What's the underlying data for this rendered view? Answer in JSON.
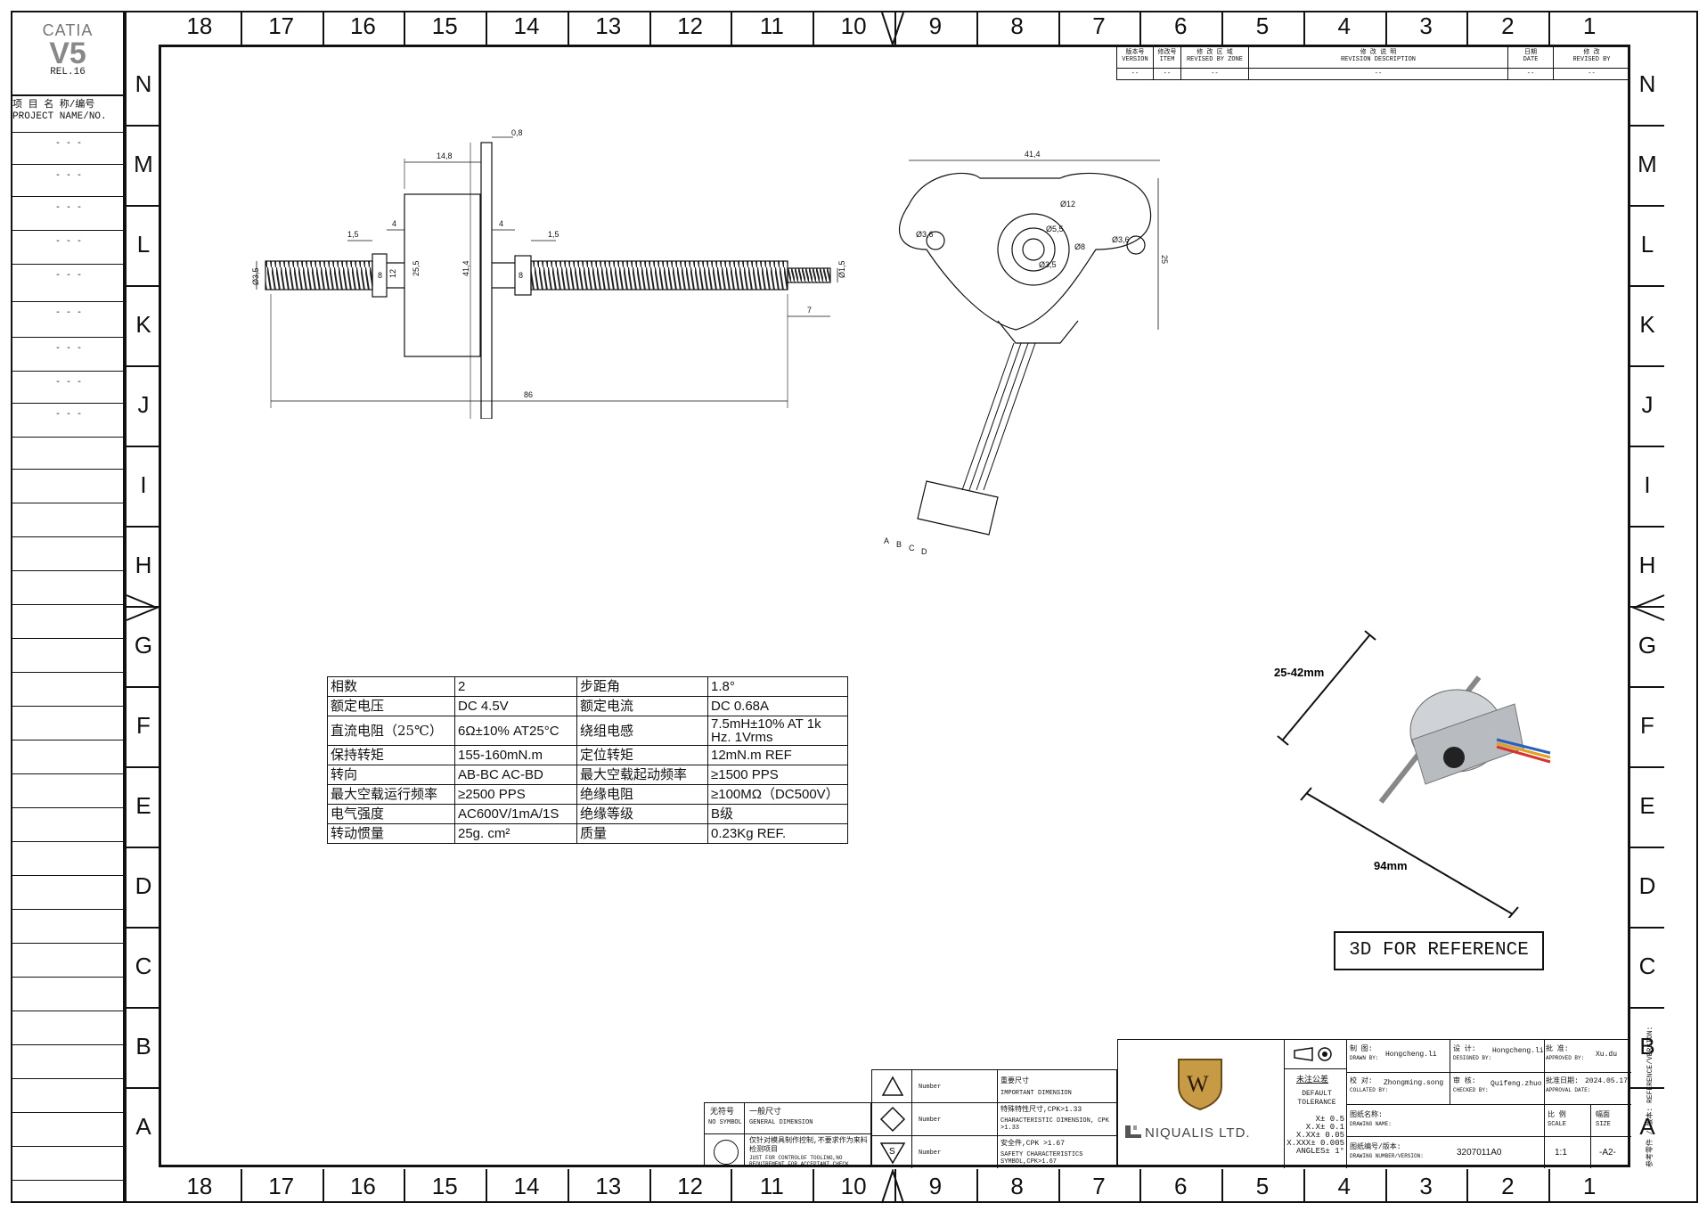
{
  "catia": {
    "brand": "CATIA",
    "version": "V5",
    "release": "REL.16"
  },
  "project": {
    "label_cn": "项 目 名 称/编号",
    "label_en": "PROJECT NAME/NO.",
    "entries": [
      "- - -",
      "- - -",
      "- - -",
      "- - -",
      "- - -",
      "- - -",
      "- - -",
      "- - -",
      "- - -"
    ]
  },
  "zones": {
    "top_numbers": [
      "18",
      "17",
      "16",
      "15",
      "14",
      "13",
      "12",
      "11",
      "10",
      "9",
      "8",
      "7",
      "6",
      "5",
      "4",
      "3",
      "2",
      "1"
    ],
    "bottom_numbers": [
      "18",
      "17",
      "16",
      "15",
      "14",
      "13",
      "12",
      "11",
      "10",
      "9",
      "8",
      "7",
      "6",
      "5",
      "4",
      "3",
      "2",
      "1"
    ],
    "letters": [
      "N",
      "M",
      "L",
      "K",
      "J",
      "I",
      "H",
      "G",
      "F",
      "E",
      "D",
      "C",
      "B",
      "A"
    ]
  },
  "revision": {
    "headers_cn": [
      "版本号",
      "修改号",
      "修 改 区 域",
      "修 改 说 明",
      "日期",
      "修 改"
    ],
    "headers_en": [
      "VERSION",
      "ITEM",
      "REVISED BY ZONE",
      "REVISION DESCRIPTION",
      "DATE",
      "REVISED BY"
    ],
    "values": [
      "--",
      "--",
      "--",
      "--",
      "--",
      "--"
    ]
  },
  "side_view": {
    "dims": {
      "d1": "0,8",
      "d2": "14,8",
      "d3": "4",
      "d4": "4",
      "d5": "1,5",
      "d6": "1,5",
      "d7": "Ø3,5",
      "d8": "8",
      "d9": "12",
      "d10": "25,5",
      "d11": "41,4",
      "d12": "8",
      "d13": "Ø1,5",
      "d14": "7",
      "d15": "86"
    }
  },
  "front_view": {
    "dims": {
      "w": "41,4",
      "h": "25",
      "hole_l": "Ø3,6",
      "hole_r": "Ø3,6",
      "d12": "Ø12",
      "d8": "Ø8",
      "d55": "Ø5,5",
      "d35": "Ø3,5"
    },
    "connector_pins": [
      "A",
      "B",
      "C",
      "D"
    ]
  },
  "specs": [
    [
      "相数",
      "2",
      "步距角",
      "1.8°"
    ],
    [
      "额定电压",
      "DC 4.5V",
      "额定电流",
      "DC 0.68A"
    ],
    [
      "直流电阻（25℃）",
      "6Ω±10% AT25°C",
      "绕组电感",
      "7.5mH±10% AT 1k Hz. 1Vrms"
    ],
    [
      "保持转矩",
      "155-160mN.m",
      "定位转矩",
      "12mN.m REF"
    ],
    [
      "转向",
      "AB-BC AC-BD",
      "最大空载起动频率",
      "≥1500 PPS"
    ],
    [
      "最大空载运行频率",
      "≥2500 PPS",
      "绝缘电阻",
      "≥100MΩ（DC500V）"
    ],
    [
      "电气强度",
      "AC600V/1mA/1S",
      "绝缘等级",
      "B级"
    ],
    [
      "转动惯量",
      "25g. cm²",
      "质量",
      "0.23Kg REF."
    ]
  ],
  "photo": {
    "dim_a": "25-42mm",
    "dim_b": "94mm",
    "caption": "3D FOR REFERENCE"
  },
  "symbols": {
    "none_cn": "无符号",
    "none_en": "NO SYMBOL",
    "general_cn": "一般尺寸",
    "general_en": "GENERAL DIMENSION",
    "control_cn": "仅针对模具制作控制,不要求作为来料检测项目",
    "control_en": "JUST FOR CONTROLOF TOOLING,NO REQUIREMENT FOR ACCEPTANT CHECK",
    "number_label": "Number",
    "important_cn": "重要尺寸",
    "important_en": "IMPORTANT DIMENSION",
    "character_cn": "特殊特性尺寸,CPK>1.33",
    "character_en": "CHARACTERISTIC DIMENSION, CPK >1.33",
    "safety_cn": "安全件,CPK >1.67",
    "safety_en": "SAFETY CHARACTERISTICS SYMBOL,CPK>1.67"
  },
  "company": {
    "name": "NIQUALIS LTD.",
    "mark": "W"
  },
  "tolerance": {
    "cn": "未注公差",
    "en": "DEFAULT TOLERANCE",
    "rows": [
      "X± 0.5",
      "X.X± 0.1",
      "X.XX± 0.05",
      "X.XXX± 0.005",
      "ANGLES± 1°"
    ]
  },
  "titleblock": {
    "drawn_cn": "制 图:",
    "drawn_en": "DRAWN BY:",
    "drawn": "Hongcheng.li",
    "designed_cn": "设 计:",
    "designed_en": "DESIGNED BY:",
    "designed": "Hongcheng.li",
    "approved_cn": "批 准:",
    "approved_en": "APPROVED BY:",
    "approved": "Xu.du",
    "collated_cn": "校 对:",
    "collated_en": "COLLATED BY:",
    "collated": "Zhongming.song",
    "checked_cn": "审 核:",
    "checked_en": "CHECKED BY:",
    "checked": "Quifeng.zhuo",
    "date_cn": "批准日期:",
    "date_en": "APPROVAL DATE:",
    "date": "2024.05.17",
    "name_cn": "图纸名称:",
    "name_en": "DRAWING NAME:",
    "number_cn": "图纸编号/版本:",
    "number_en": "DRAWING NUMBER/VERSION:",
    "number": "3207011A0",
    "scale_cn": "比 例",
    "scale_en": "SCALE",
    "scale": "1:1",
    "size_cn": "幅面",
    "size_en": "SIZE",
    "size": "-A2-",
    "ref_label": "参考零件 / 版本: REFERENCE/VERSION:"
  }
}
